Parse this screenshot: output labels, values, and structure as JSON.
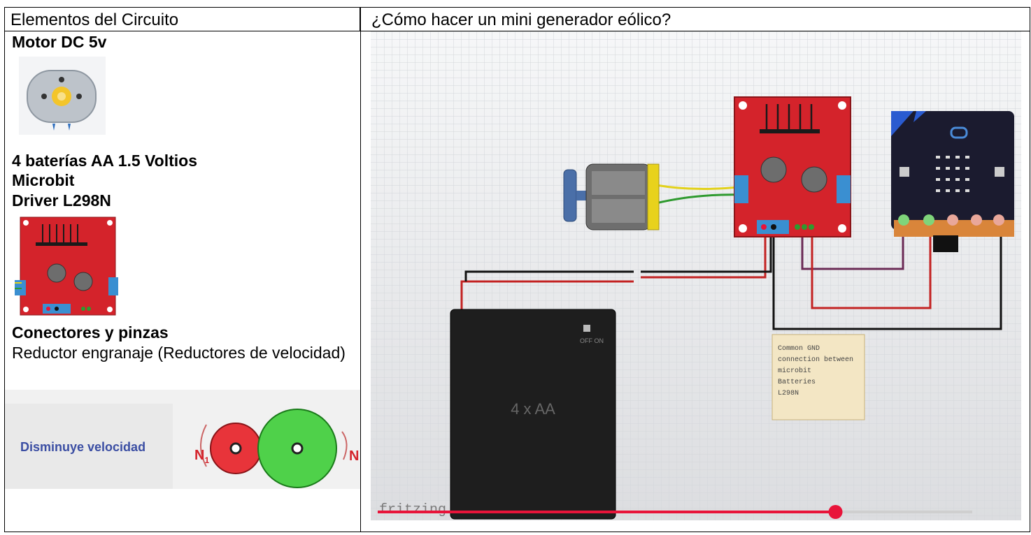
{
  "table": {
    "left_header": "Elementos del Circuito",
    "right_header": "¿Cómo hacer un mini generador eólico?"
  },
  "components": {
    "motor_label": "Motor DC 5v",
    "batteries_label": "4 baterías AA 1.5 Voltios",
    "microbit_label": "Microbit",
    "driver_label": "Driver L298N",
    "connectors_label": "Conectores y pinzas",
    "gear_description": "Reductor engranaje (Reductores de velocidad)"
  },
  "gear_diagram": {
    "caption": "Disminuye velocidad",
    "n1_label": "N",
    "n1_sub": "1",
    "n2_label": "N"
  },
  "fritzing": {
    "battery_text": "4 x AA",
    "switch_text": "OFF ON",
    "note_lines": [
      "Common GND",
      "connection between",
      "microbit",
      "Batteries",
      "L298N"
    ],
    "watermark": "fritzing",
    "progress": 0.77
  },
  "colors": {
    "board_red": "#d4232b",
    "progress_red": "#e8143a",
    "wire_green": "#2f9a2f",
    "wire_yellow": "#e3d21c",
    "motor_blue": "#4a6fa8"
  }
}
